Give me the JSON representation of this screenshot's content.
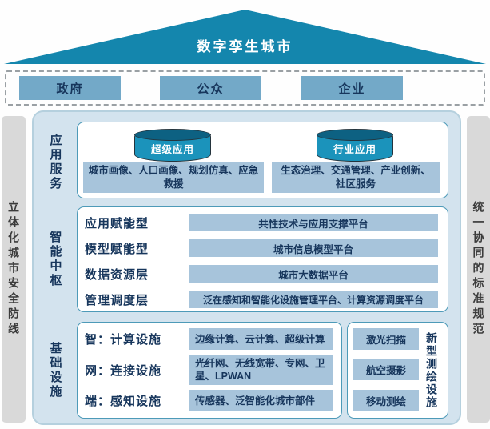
{
  "title": "数字孪生城市",
  "stakeholders": {
    "0": "政府",
    "1": "公众",
    "2": "企业"
  },
  "left_rail": "立体化城市安全防线",
  "right_rail": "统一协同的标准规范",
  "colors": {
    "roof_teal": "#1486ad",
    "cylinder_body": "#1b93bb",
    "cylinder_top": "#0d6182",
    "stakeholder_blue": "#73a9c8",
    "container_fill": "#d3e3ee",
    "panel_border": "#4d9ab8",
    "item_bar_blue": "#a7c4db",
    "navy_text": "#17365c",
    "rail_gray": "#d9d9d9"
  },
  "sections": {
    "app_services": {
      "label": "应用服务",
      "columns": {
        "0": {
          "cylinder": "超级应用",
          "items": "城市画像、人口画像、规划仿真、应急救援"
        },
        "1": {
          "cylinder": "行业应用",
          "items": "生态治理、交通管理、产业创新、社区服务"
        }
      }
    },
    "intelligent_hub": {
      "label": "智能中枢",
      "rows": {
        "0": {
          "label": "应用赋能型",
          "platform": "共性技术与应用支撑平台"
        },
        "1": {
          "label": "模型赋能型",
          "platform": "城市信息模型平台"
        },
        "2": {
          "label": "数据资源层",
          "platform": "城市大数据平台"
        },
        "3": {
          "label": "管理调度层",
          "platform": "泛在感知和智能化设施管理平台、计算资源调度平台"
        }
      }
    },
    "infrastructure": {
      "label": "基础设施",
      "rows": {
        "0": {
          "label": "智：计算设施",
          "items": "边缘计算、云计算、超级计算"
        },
        "1": {
          "label": "网：连接设施",
          "items": "光纤网、无线宽带、专网、卫星、LPWAN"
        },
        "2": {
          "label": "端：感知设施",
          "items": "传感器、泛智能化城市部件"
        }
      },
      "surveying": {
        "label": "新型测绘设施",
        "items": {
          "0": "激光扫描",
          "1": "航空摄影",
          "2": "移动测绘"
        }
      }
    }
  }
}
